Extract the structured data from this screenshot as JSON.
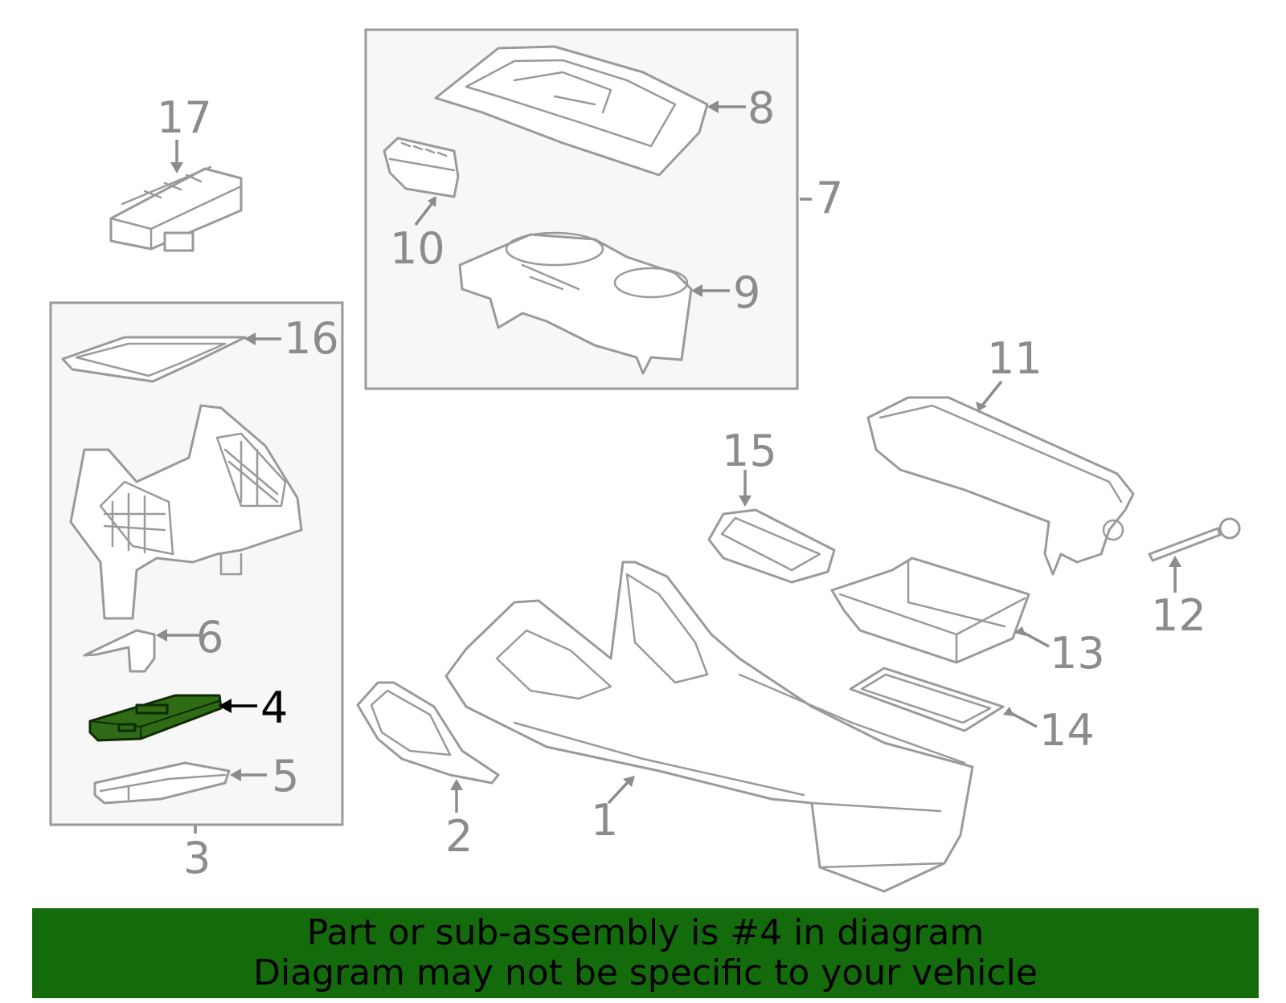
{
  "diagram": {
    "callouts": {
      "c1": "1",
      "c2": "2",
      "c3": "3",
      "c4": "4",
      "c5": "5",
      "c6": "6",
      "c7": "7",
      "c8": "8",
      "c9": "9",
      "c10": "10",
      "c11": "11",
      "c12": "12",
      "c13": "13",
      "c14": "14",
      "c15": "15",
      "c16": "16",
      "c17": "17"
    },
    "highlighted_part": "4",
    "colors": {
      "highlight": "#2e6b14",
      "banner": "#146b0c",
      "line": "#9a9a9a",
      "label": "#8c8c8c"
    }
  },
  "banner": {
    "line1": "Part or sub-assembly is #4 in diagram",
    "line2": "Diagram may not be specific to your vehicle"
  }
}
